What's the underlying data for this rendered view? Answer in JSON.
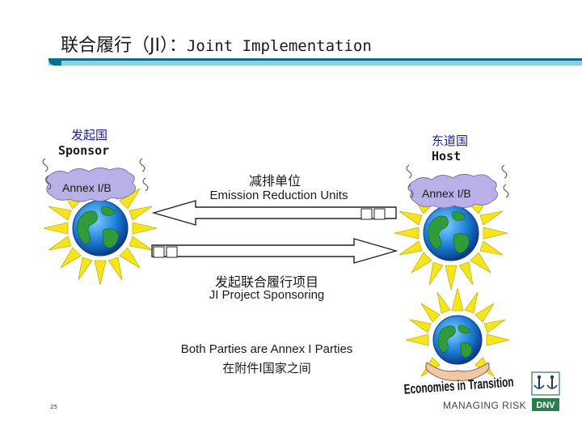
{
  "title": {
    "cn": "联合履行（JI）：",
    "en": "Joint Implementation"
  },
  "sponsor": {
    "cn": "发起国",
    "en": "Sponsor",
    "annex": "Annex I/B"
  },
  "host": {
    "cn": "东道国",
    "en": "Host",
    "annex": "Annex I/B"
  },
  "arrow_top": {
    "cn": "减排单位",
    "en": "Emission Reduction Units"
  },
  "arrow_bottom": {
    "cn": "发起联合履行项目",
    "en": "JI Project Sponsoring"
  },
  "footer_note": {
    "en": "Both Parties are Annex I Parties",
    "cn": "在附件I国家之间"
  },
  "eit_banner": "Economies in Transition",
  "slide_number": "25",
  "brand": {
    "tagline": "MANAGING RISK",
    "logo": "DNV"
  },
  "colors": {
    "accent_dark": "#0b6f8c",
    "accent_light": "#8fcfe0",
    "chinese_label": "#1a1aa8",
    "cloud": "#b8b0e6",
    "sun": "#f5e51c",
    "brand_green": "#2e7d4f"
  }
}
